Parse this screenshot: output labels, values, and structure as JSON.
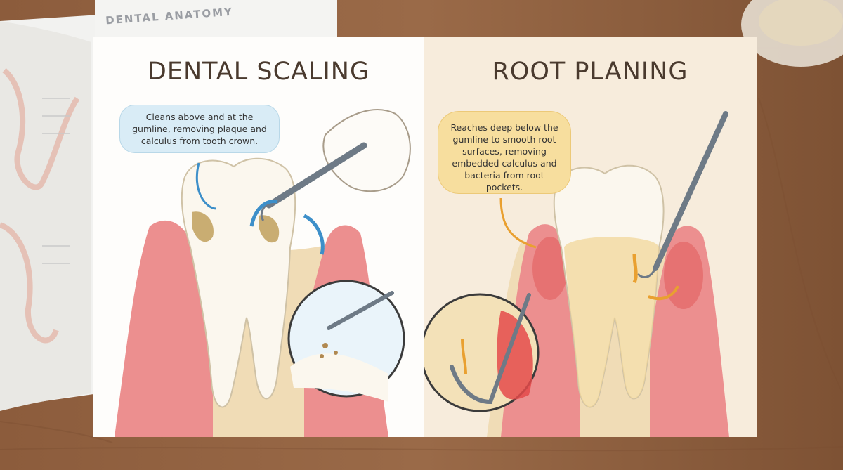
{
  "book": {
    "label": "DENTAL ANATOMY"
  },
  "left_panel": {
    "title": "DENTAL SCALING",
    "callout": "Cleans above and at the gumline, removing plaque and calculus from tooth crown."
  },
  "right_panel": {
    "title": "ROOT PLANING",
    "callout": "Reaches deep below the gumline to smooth root surfaces, removing embedded calculus and bacteria from root pockets."
  },
  "colors": {
    "wood": "#8a5a3a",
    "left_panel_bg": "#fefdfb",
    "right_panel_bg": "#f7ecdc",
    "blue_callout": "#d9ecf6",
    "yellow_callout": "#f7de9e",
    "gum": "#ec8f8f",
    "bone": "#f0dcb6",
    "arrow_blue": "#3d8fc9",
    "arrow_orange": "#e9a030",
    "title_text": "#4a3a2e"
  }
}
